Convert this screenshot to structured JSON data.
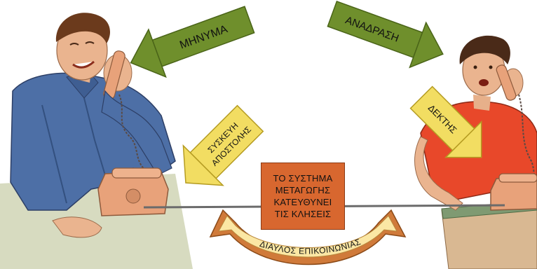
{
  "labels": {
    "message": "ΜΗΝΥΜΑ",
    "feedback": "ΑΝΑΔΡΑΣΗ",
    "sender_device_line1": "ΣΥΣΚΕΥΗ",
    "sender_device_line2": "ΑΠΟΣΤΟΛΗΣ",
    "receiver": "ΔΕΚΤΗΣ",
    "channel": "ΔΙΑΥΛΟΣ ΕΠΙΚΟΙΝΩΝΙΑΣ"
  },
  "switching_box": {
    "lines": [
      "ΤΟ ΣΥΣΤΗΜΑ",
      "ΜΕΤΑΓΩΓΗΣ",
      "ΚΑΤΕΥΘΥΝΕΙ",
      "ΤΙΣ ΚΛΗΣΕΙΣ"
    ]
  },
  "colors": {
    "green_arrow": "#6f8f2c",
    "yellow_arrow": "#f2dd62",
    "switch_box": "#d8672f",
    "channel_arrow": "#fbe7a4",
    "channel_outline": "#d07a3a",
    "sender_shirt": "#4d6fa6",
    "receiver_shirt": "#e8482a",
    "phone": "#e8a27a"
  },
  "icons": [
    "telephone-icon",
    "person-sender",
    "person-receiver"
  ]
}
